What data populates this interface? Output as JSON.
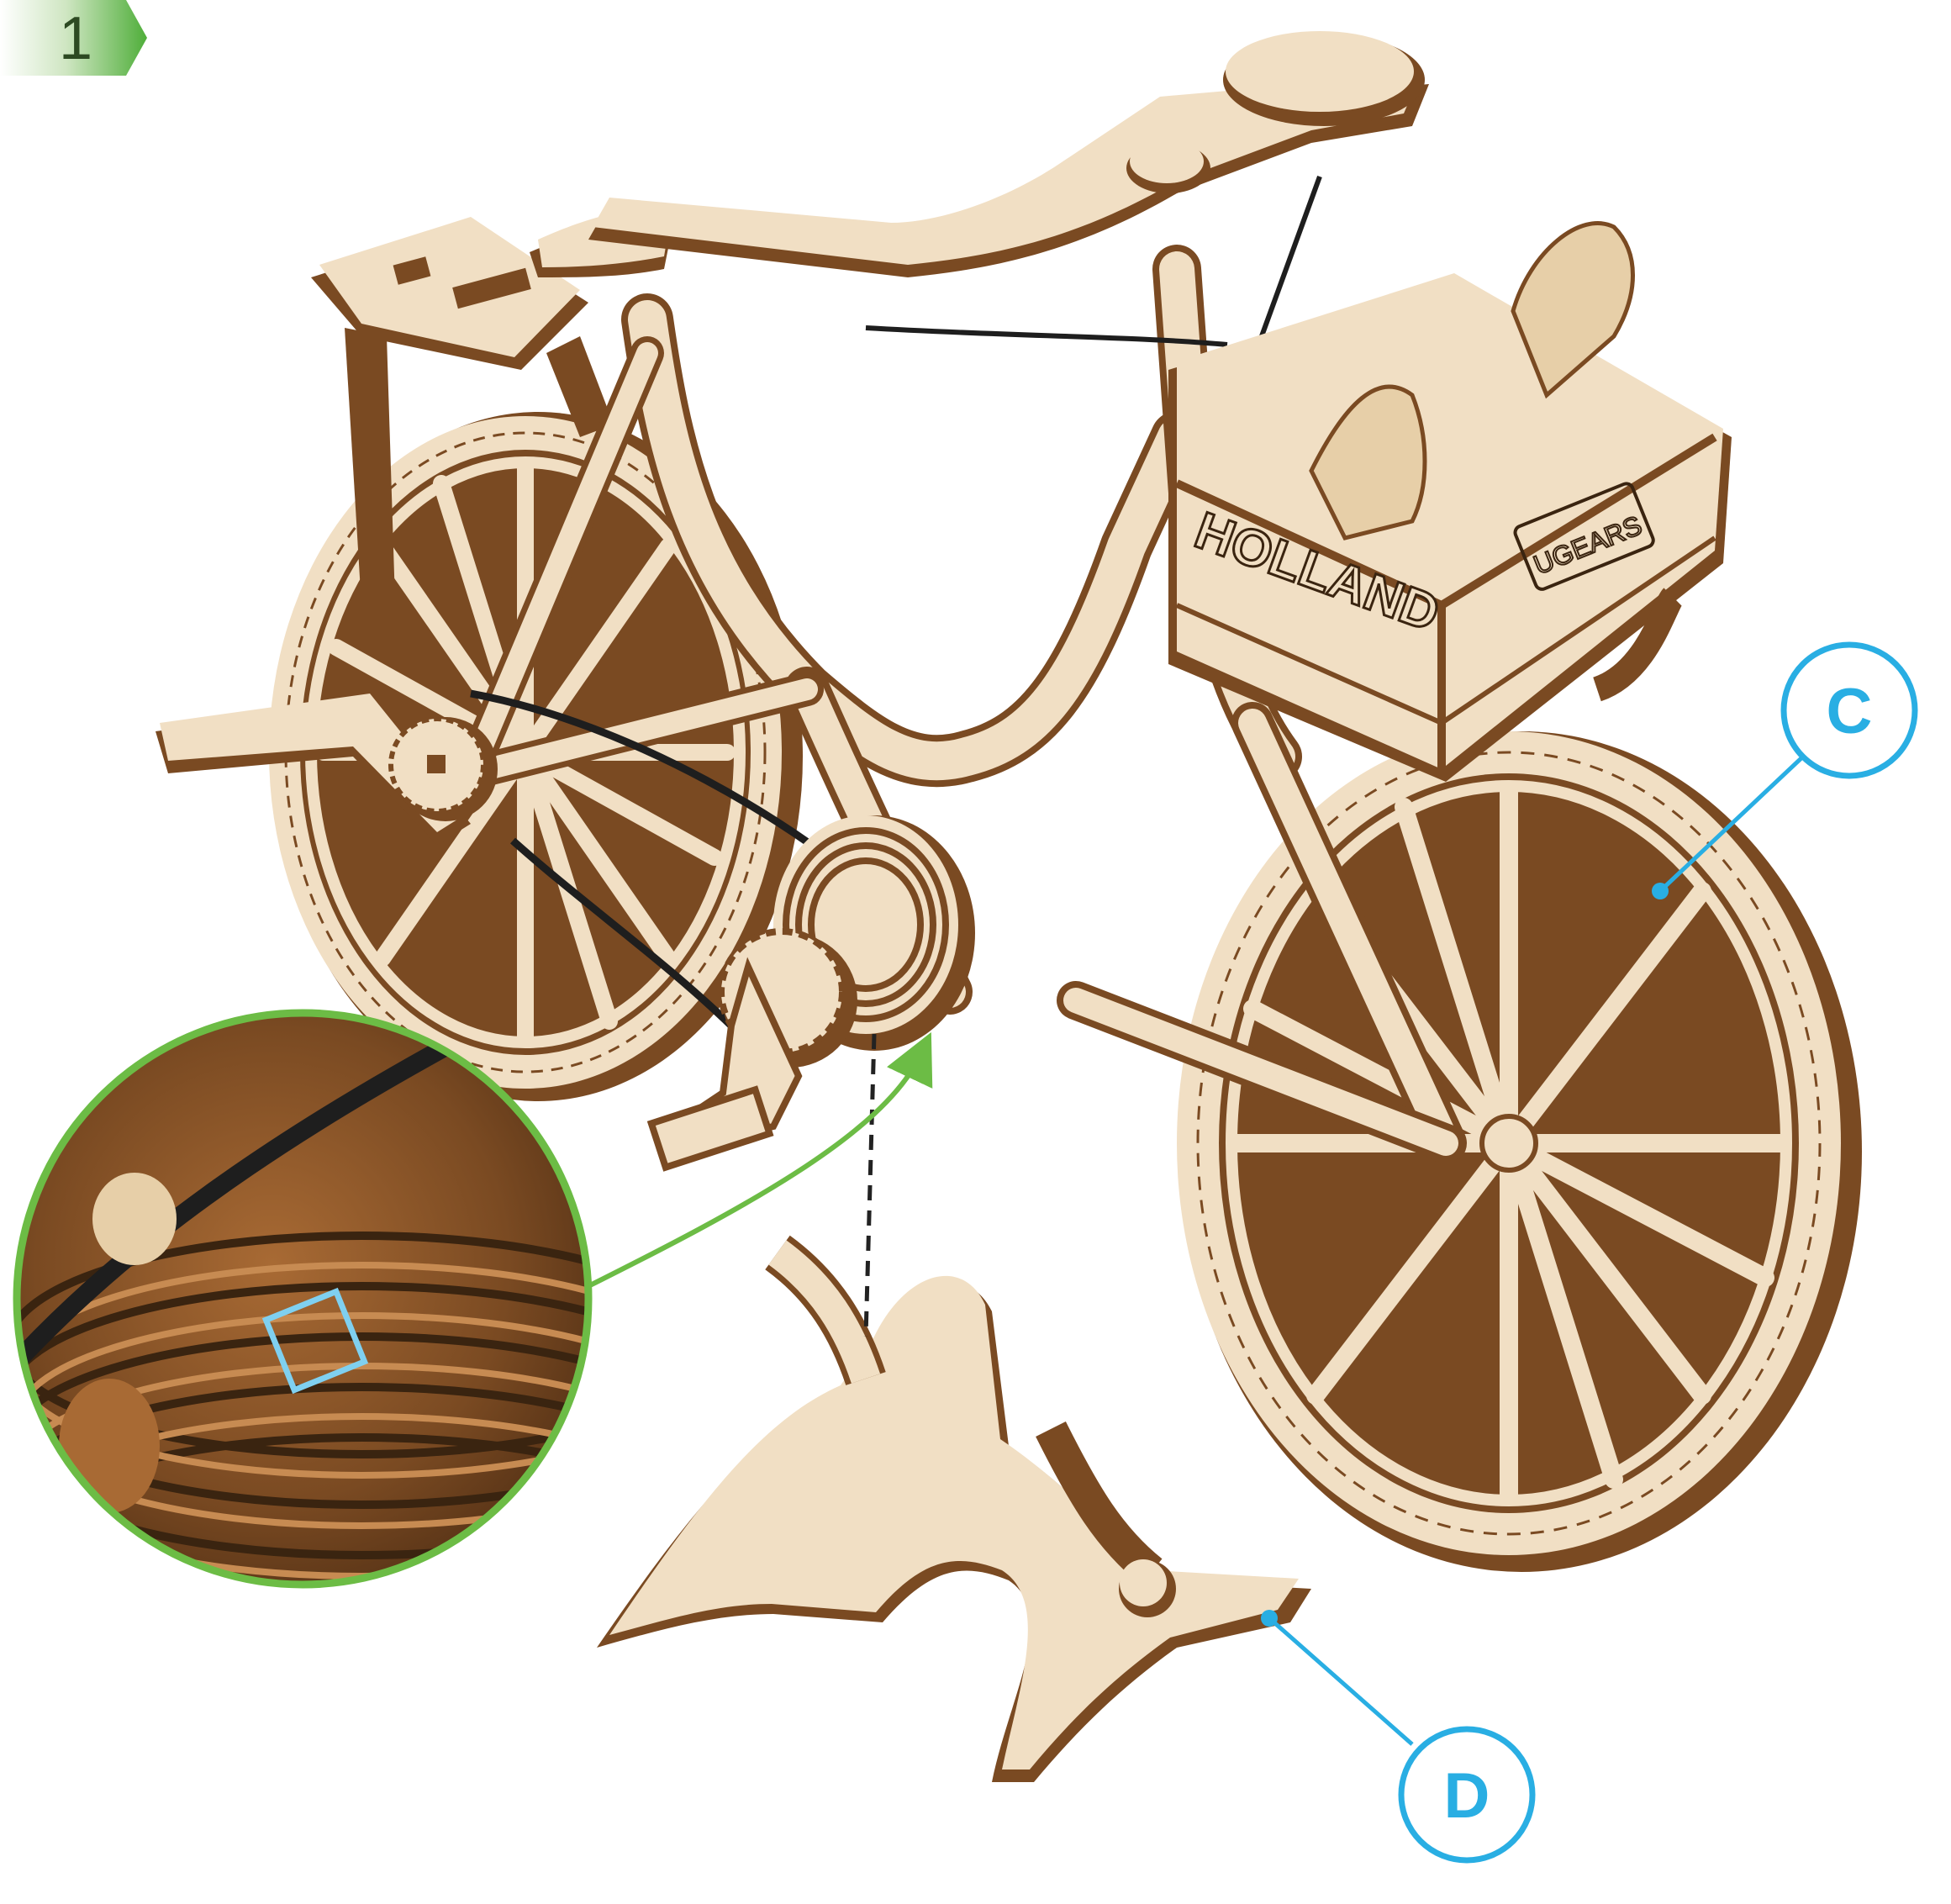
{
  "step": {
    "number": "1"
  },
  "callouts": [
    {
      "id": "c",
      "letter": "C"
    },
    {
      "id": "d",
      "letter": "D"
    }
  ],
  "basket": {
    "front_text": "HOLLAND",
    "side_text": "UGEARS"
  },
  "colors": {
    "step_badge_dark": "#4fae3a",
    "step_badge_light": "#d9eccf",
    "callout_line": "#29aee3",
    "callout_text": "#29aee3",
    "zoom_ring": "#6cbc45",
    "arrow": "#6cbc45",
    "plywood_face": "#f1dfc4",
    "plywood_edge_dark": "#7a4a22",
    "plywood_edge_mid": "#b07a46",
    "belt": "#1e1e1e",
    "highlight_square": "#7fd0f0"
  },
  "icons": [
    "step-badge-icon",
    "zoom-detail-icon",
    "insert-arrow-icon"
  ]
}
